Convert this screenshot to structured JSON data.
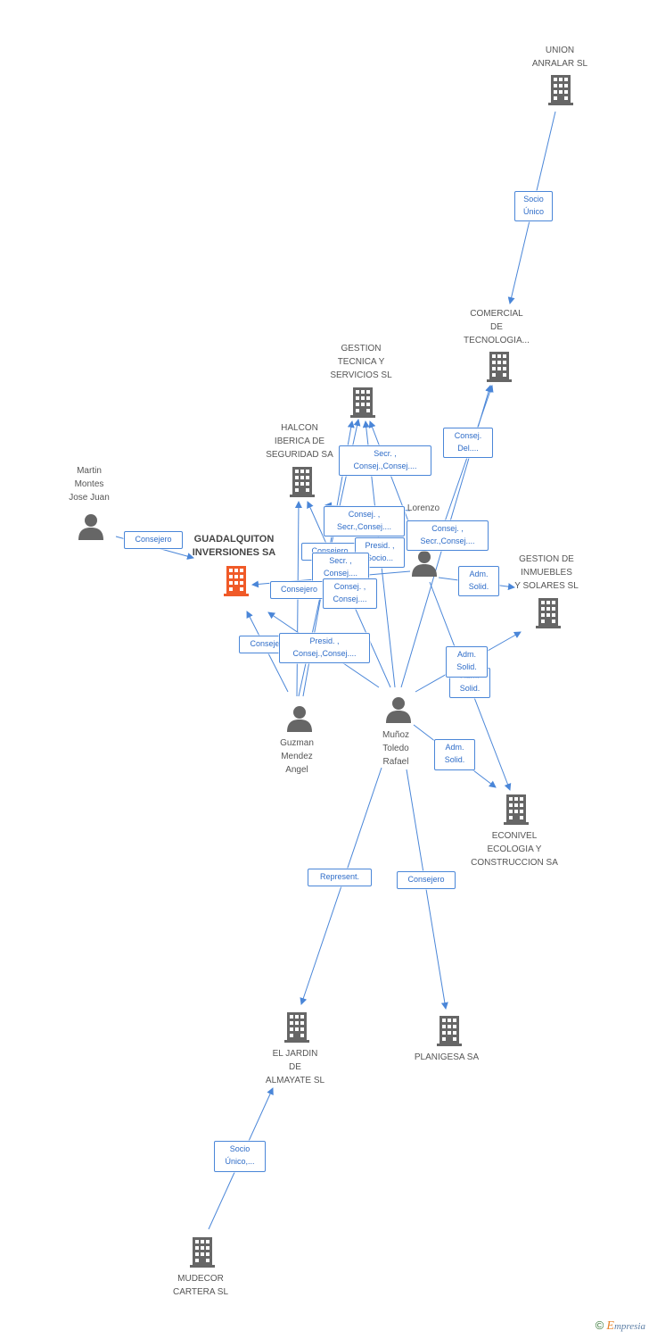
{
  "colors": {
    "edge": "#4a86d8",
    "company_icon": "#666666",
    "focus_company_icon": "#f05a28",
    "person_icon": "#666666"
  },
  "nodes": {
    "union_anralar": {
      "label": "UNION\nANRALAR SL",
      "icon": "building-icon"
    },
    "comercial_tecnologia": {
      "label": "COMERCIAL\nDE\nTECNOLOGIA...",
      "icon": "building-icon"
    },
    "gestion_tecnica": {
      "label": "GESTION\nTECNICA Y\nSERVICIOS SL",
      "icon": "building-icon"
    },
    "halcon_iberica": {
      "label": "HALCON\nIBERICA DE\nSEGURIDAD SA",
      "icon": "building-icon"
    },
    "martin_montes": {
      "label": "Martin\nMontes\nJose Juan",
      "icon": "person-icon"
    },
    "guadalquiton": {
      "label": "GUADALQUITON\nINVERSIONES SA",
      "icon": "building-icon"
    },
    "lorenzo": {
      "label": "Lorenzo\nNavarro",
      "icon": "person-icon"
    },
    "gestion_inmuebles": {
      "label": "GESTION DE\nINMUEBLES\nY SOLARES SL",
      "icon": "building-icon"
    },
    "guzman": {
      "label": "Guzman\nMendez\nAngel",
      "icon": "person-icon"
    },
    "munoz": {
      "label": "Muñoz\nToledo\nRafael",
      "icon": "person-icon"
    },
    "econivel": {
      "label": "ECONIVEL\nECOLOGIA Y\nCONSTRUCCION SA",
      "icon": "building-icon"
    },
    "jardin": {
      "label": "EL JARDIN\nDE\nALMAYATE SL",
      "icon": "building-icon"
    },
    "planigesa": {
      "label": "PLANIGESA SA",
      "icon": "building-icon"
    },
    "mudecor": {
      "label": "MUDECOR\nCARTERA SL",
      "icon": "building-icon"
    }
  },
  "edge_labels": {
    "socio_unico": "Socio\nÚnico",
    "consej_del": "Consej.\nDel....",
    "secr_consej_consej": "Secr. ,\nConsej.,Consej....",
    "consej_secr_consej": "Consej. ,\nSecr.,Consej....",
    "consejero_halcon": "Consejero",
    "presid_socio": "Presid. ,\nSocio...",
    "consej_secr_consej_lorenzo": "Consej. ,\nSecr.,Consej....",
    "secr_consej": "Secr. ,\nConsej....",
    "consejero_martin": "Consejero",
    "consejero_guad1": "Consejero",
    "consej_consej": "Consej. ,\nConsej....",
    "adm_solid_lorenzo": "Adm.\nSolid.",
    "consejero_guzman": "Consejero",
    "presid_consej_consej": "Presid. ,\nConsej.,Consej....",
    "adm_solid_munoz_inm": "Adm.\nSolid.",
    "adm_solid_back": "Adm.\nSolid.",
    "adm_solid_econivel": "Adm.\nSolid.",
    "represent": "Represent.",
    "consejero_planigesa": "Consejero",
    "socio_unico_mudecor": "Socio\nÚnico,..."
  },
  "footer": {
    "copyright_symbol": "©",
    "brand_initial": "E",
    "brand_rest": "mpresia"
  }
}
